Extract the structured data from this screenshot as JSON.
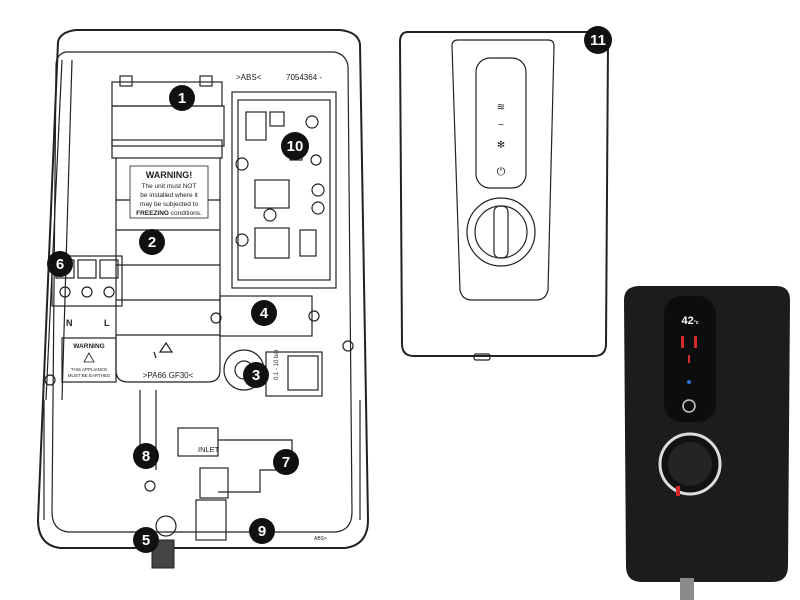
{
  "callouts": [
    "1",
    "2",
    "3",
    "4",
    "5",
    "6",
    "7",
    "8",
    "9",
    "10",
    "11"
  ],
  "housing_labels": {
    "material_top": ">ABS<",
    "part_number": "7054364 -",
    "material_tank": ">PA66 GF30<",
    "inlet": "INLET",
    "terminal_n": "N",
    "terminal_l": "L",
    "pressure": "0.1 - 10 bar",
    "bottom_right": "ABS>"
  },
  "warning_label": {
    "title": "WARNING!",
    "line1": "The unit must NOT",
    "line2": "be installed where it",
    "line3": "may be subjected to",
    "line4_bold": "FREEZING",
    "line4_rest": " conditions."
  },
  "terminal_warning": {
    "title": "WARNING",
    "line1": "THIS APPLIANCE",
    "line2": "MUST BE EARTHED"
  },
  "dark_unit": {
    "display": "42",
    "display_unit": "°c"
  },
  "icons": [
    "heat-high-icon",
    "heat-low-icon",
    "cold-icon",
    "power-icon",
    "recycle-icon",
    "warning-triangle-icon"
  ],
  "colors": {
    "callout": "#111111",
    "dark_unit_body": "#1c1c1e",
    "dark_unit_accent": "#d22a2a",
    "dark_unit_blue": "#2b6fd6"
  }
}
